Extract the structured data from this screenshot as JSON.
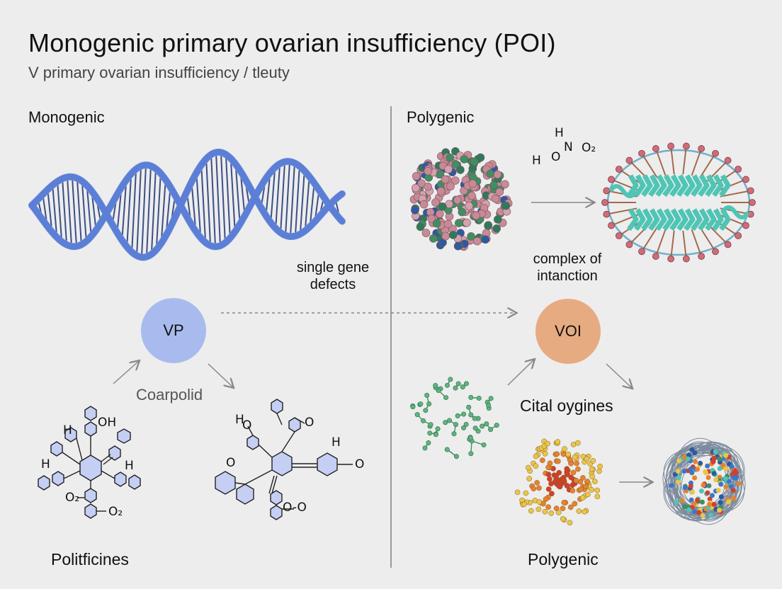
{
  "header": {
    "title": "Monogenic primary ovarian insufficiency (POI)",
    "subtitle": "V primary ovarian insufficiency / tleuty"
  },
  "left": {
    "heading": "Monogenic",
    "node_label": "VP",
    "arrow_label": "Coarpolid",
    "bottom_label": "Politficines",
    "chem_labels": [
      "H",
      "OH",
      "H",
      "H",
      "O₂",
      "O₂",
      "H",
      "O",
      "O",
      "H",
      "O",
      "O",
      "O-O"
    ]
  },
  "center": {
    "label_line1": "single gene",
    "label_line2": "defects"
  },
  "right": {
    "heading": "Polygenic",
    "formula": [
      "H",
      "N",
      "H",
      "O",
      "O₂"
    ],
    "complex_line1": "complex of",
    "complex_line2": "intanction",
    "node_label": "VOI",
    "arrow_label": "Cital oygines",
    "bottom_label": "Polygenic"
  },
  "colors": {
    "background": "#ededed",
    "dna": "#5b7fd6",
    "vp_circle": "#a9bbee",
    "voi_circle": "#e7ab82",
    "hexagon_fill": "#c5cff4",
    "protein_teal": "#4fc5b5",
    "bead_pink": "#c98a97",
    "bead_green": "#3f8f62"
  }
}
